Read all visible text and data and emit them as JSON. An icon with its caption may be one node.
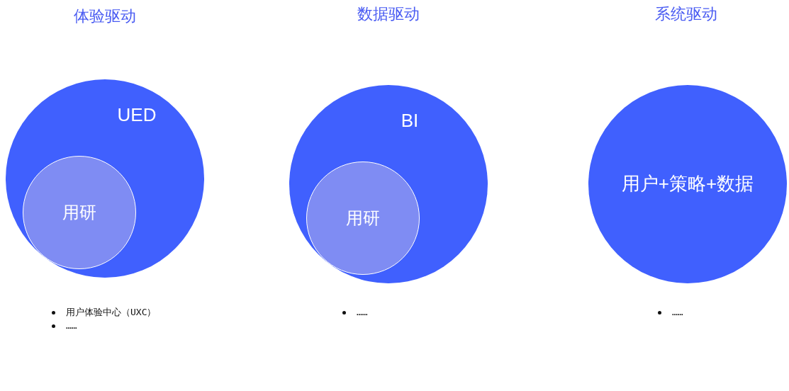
{
  "diagram": {
    "nodes": [
      {
        "text": [
          "UED"
        ]
      },
      {
        "text": [
          "用研"
        ],
        "in": 0
      },
      {
        "text": [
          "BI"
        ]
      },
      {
        "text": [
          "用研"
        ],
        "in": 2
      },
      {
        "text": [
          "用户+策略+数据"
        ]
      }
    ],
    "labels": [
      "体验驱动",
      "数据驱动",
      "系统驱动",
      "用户体验中心（UXC）",
      "……",
      "……",
      "……"
    ]
  }
}
